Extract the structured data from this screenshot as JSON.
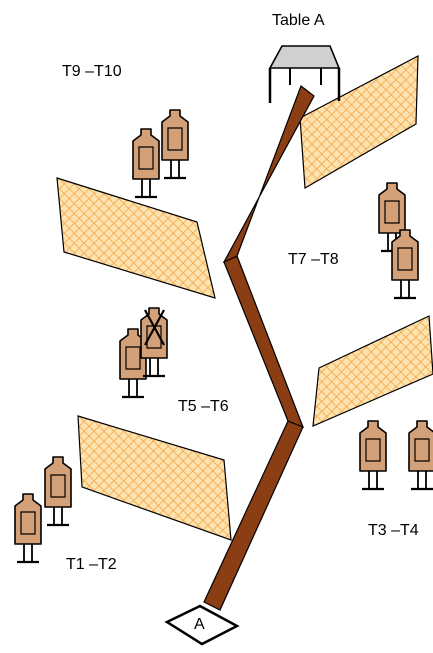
{
  "labels": {
    "table": "Table A",
    "t9_t10": "T9 –T10",
    "t7_t8": "T7 –T8",
    "t5_t6": "T5 –T6",
    "t3_t4": "T3 –T4",
    "t1_t2": "T1 –T2",
    "start": "A"
  },
  "colors": {
    "path": "#8b3d14",
    "barrier_fill": "#fde3b0",
    "barrier_hatch": "#f3a545",
    "target_fill": "#d4a078",
    "table_top": "#d0d0d0"
  }
}
